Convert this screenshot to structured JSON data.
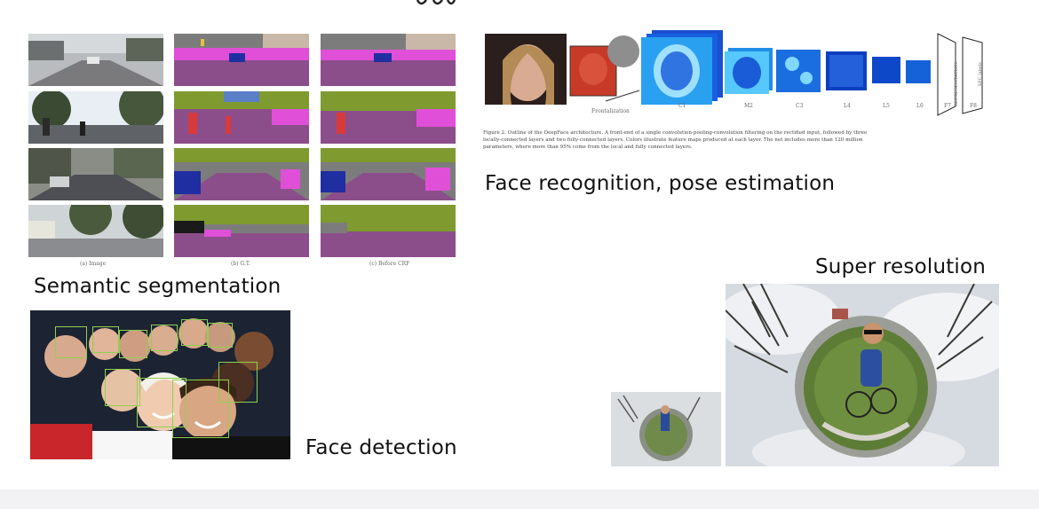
{
  "slide": {
    "labels": {
      "semantic_segmentation": "Semantic segmentation",
      "face_recognition": "Face recognition, pose estimation",
      "face_detection": "Face detection",
      "super_resolution": "Super resolution"
    },
    "segmentation_captions": [
      "(a) Image",
      "(b) G.T.",
      "(c) Before CRF"
    ],
    "deepface": {
      "layer_labels": [
        "Frontalization",
        "C1",
        "M2",
        "C3",
        "L4",
        "L5",
        "L6",
        "F7",
        "F8"
      ],
      "caption_lines": [
        "Figure 2. Outline of the DeepFace architecture. A front-end of a single convolution-pooling-convolution filtering on the rectified input, followed by three",
        "locally-connected layers and two fully-connected layers. Colors illustrate feature maps produced at each layer. The net includes more than 120 million",
        "parameters, where more than 95% come from the local and fully connected layers."
      ],
      "side_labels": [
        "REPRESENTATION",
        "SFC labels"
      ]
    }
  },
  "colors": {
    "road": "#8c4e8a",
    "sky": "#7c7c7c",
    "vegetation": "#7f9a2f",
    "sidewalk": "#e04fd8",
    "car": "#1f2ea0",
    "building": "#c9b8a8",
    "person": "#d83a3a",
    "face_box": "#8fd14f"
  },
  "icons": {
    "segmentation_grid": "street-scene-images",
    "deepface_diagram": "cnn-feature-maps",
    "group_selfie": "group-photo",
    "tiny_planet_small": "low-res-photo",
    "tiny_planet_large": "high-res-photo"
  }
}
